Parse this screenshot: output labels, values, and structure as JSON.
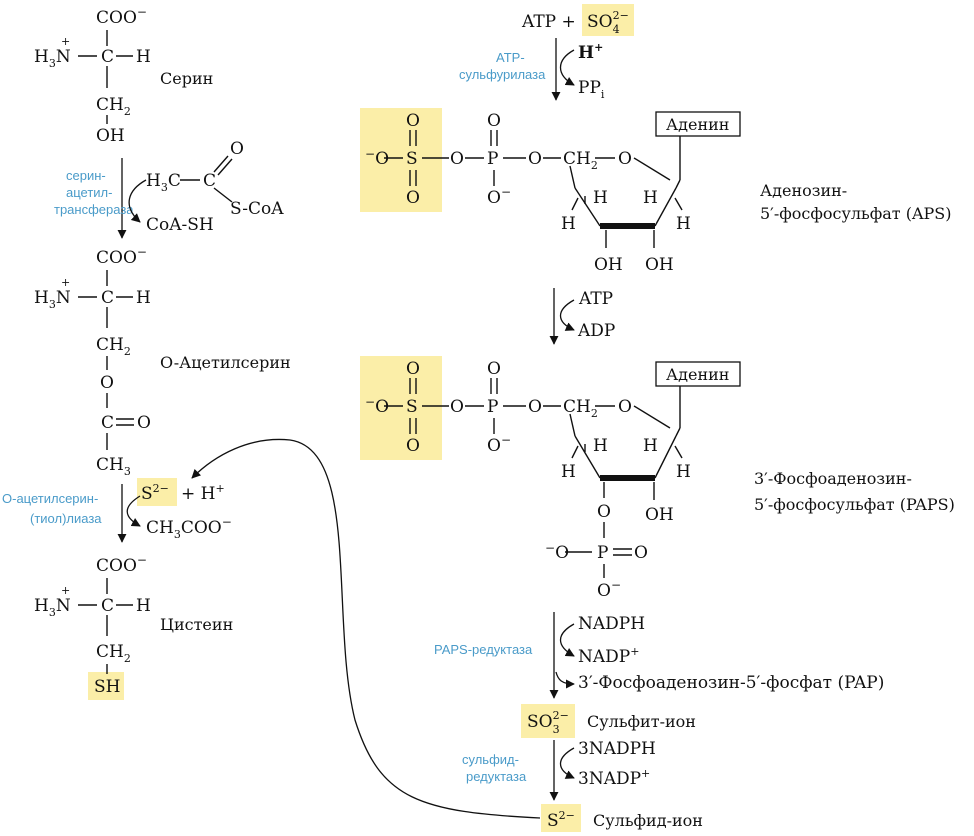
{
  "colors": {
    "highlight": "#fbeea8",
    "enzyme": "#4a9bc9",
    "ink": "#111111"
  },
  "left": {
    "serine": {
      "coo": "COO",
      "coo_charge": "−",
      "nh3": "H",
      "nh3_sub": "3",
      "nh3_n": "N",
      "nh3_plus": "+",
      "c": "C",
      "h": "H",
      "ch2": "CH",
      "ch2_sub": "2",
      "oh": "OH",
      "name": "Серин"
    },
    "step1": {
      "enzyme_lines": [
        "серин-",
        "ацетил-",
        "трансфераза"
      ],
      "h3c": "H",
      "h3c_sub": "3",
      "h3c_c": "C",
      "c": "C",
      "o": "O",
      "scoa": "S-CoA",
      "product": "CoA-SH"
    },
    "acetylserine": {
      "coo": "COO",
      "coo_charge": "−",
      "nh3": "H",
      "nh3_sub": "3",
      "nh3_n": "N",
      "nh3_plus": "+",
      "c": "C",
      "h": "H",
      "ch2": "CH",
      "ch2_sub": "2",
      "o_ester": "O",
      "c2": "C",
      "o_carbonyl": "O",
      "ch3": "CH",
      "ch3_sub": "3",
      "name": "O-Ацетилсерин"
    },
    "step2": {
      "enzyme_lines": [
        "O-ацетилсерин-",
        "(тиол)лиаза"
      ],
      "s": "S",
      "s_charge": "2−",
      "plus_h": "+ H",
      "h_plus": "+",
      "product": "CH",
      "product_sub": "3",
      "product_rest": "COO",
      "product_charge": "−"
    },
    "cysteine": {
      "coo": "COO",
      "coo_charge": "−",
      "nh3": "H",
      "nh3_sub": "3",
      "nh3_n": "N",
      "nh3_plus": "+",
      "c": "C",
      "h": "H",
      "ch2": "CH",
      "ch2_sub": "2",
      "sh": "SH",
      "name": "Цистеин"
    }
  },
  "right": {
    "top": {
      "atp": "ATP + ",
      "so4": "SO",
      "so4_sub": "4",
      "so4_charge": "2−",
      "enzyme_lines": [
        "ATP-",
        "сульфурилаза"
      ],
      "h": "H",
      "h_plus": "+",
      "ppi": "PP",
      "ppi_sub": "i"
    },
    "aps": {
      "adenine": "Аденин",
      "o_minus": "O",
      "s": "S",
      "p": "P",
      "o": "O",
      "ch2": "CH",
      "ch2_sub": "2",
      "h": "H",
      "oh": "OH",
      "dash": "−",
      "name_lines": [
        "Аденозин-",
        "5′-фосфосульфат (APS)"
      ]
    },
    "step2": {
      "atp": "ATP",
      "adp": "ADP"
    },
    "paps": {
      "adenine": "Аденин",
      "name_lines": [
        "3′-Фосфоаденозин-",
        "5′-фосфосульфат (PAPS)"
      ]
    },
    "step3": {
      "enzyme": "PAPS-редуктаза",
      "nadph": "NADPH",
      "nadp": "NADP",
      "nadp_plus": "+",
      "pap": "3′-Фосфоаденозин-5′-фосфат (PAP)"
    },
    "sulfite": {
      "so3": "SO",
      "so3_sub": "3",
      "so3_charge": "2−",
      "name": "Сульфит-ион"
    },
    "step4": {
      "enzyme_lines": [
        "сульфид-",
        "редуктаза"
      ],
      "nadph": "3NADPH",
      "nadp": "3NADP",
      "nadp_plus": "+"
    },
    "sulfide": {
      "s": "S",
      "s_charge": "2−",
      "name": "Сульфид-ион"
    }
  }
}
